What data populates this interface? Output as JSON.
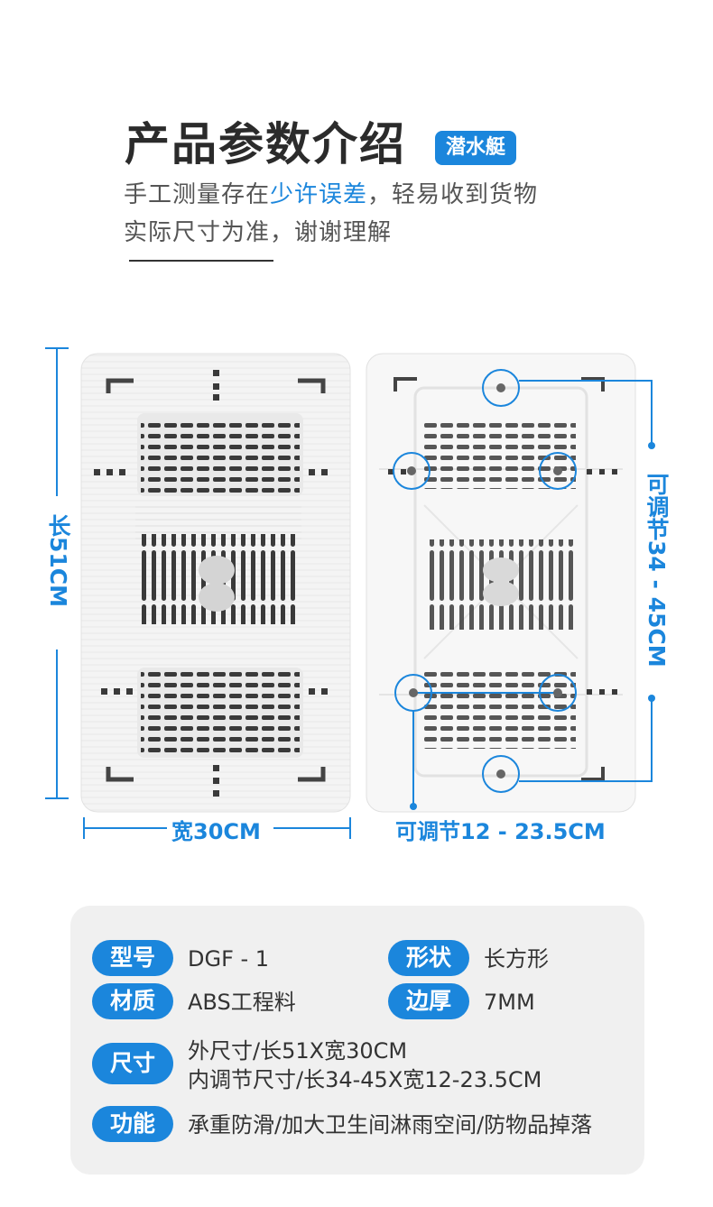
{
  "header": {
    "title": "产品参数介绍",
    "badge": "潜水艇",
    "line1_prefix": "手工测量存在",
    "line1_highlight": "少许误差",
    "line1_suffix": "，轻易收到货物",
    "line2": "实际尺寸为准，谢谢理解"
  },
  "dimensions": {
    "length": "长51CM",
    "width": "宽30CM",
    "adjust_length": "可调节34 - 45CM",
    "adjust_width": "可调节12 - 23.5CM"
  },
  "specs": {
    "model_label": "型号",
    "model_value": "DGF - 1",
    "shape_label": "形状",
    "shape_value": "长方形",
    "material_label": "材质",
    "material_value": "ABS工程料",
    "thickness_label": "边厚",
    "thickness_value": "7MM",
    "size_label": "尺寸",
    "size_value_1": "外尺寸/长51X宽30CM",
    "size_value_2": "内调节尺寸/长34-45X宽12-23.5CM",
    "function_label": "功能",
    "function_value": "承重防滑/加大卫生间淋雨空间/防物品掉落"
  },
  "colors": {
    "accent": "#1b86dc",
    "card": "#f0f0f0"
  }
}
